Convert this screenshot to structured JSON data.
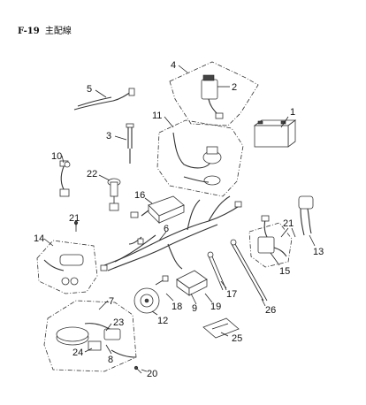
{
  "header": {
    "code": "F-19",
    "title": "主配線"
  },
  "callouts": [
    "1",
    "2",
    "3",
    "4",
    "5",
    "6",
    "7",
    "8",
    "9",
    "10",
    "11",
    "12",
    "13",
    "14",
    "15",
    "16",
    "17",
    "18",
    "19",
    "20",
    "21",
    "21",
    "22",
    "23",
    "24",
    "25",
    "26"
  ],
  "parts": {
    "battery": "battery-part",
    "relay_box": "relay-box-part",
    "fuse_lead": "fuse-lead-part",
    "bracket": "bracket-part",
    "main_harness": "main-wire-harness",
    "starter_relay": "starter-relay-part",
    "cdi_unit": "cdi-unit-part",
    "horn": "horn-part",
    "switch": "handle-switch-part"
  }
}
